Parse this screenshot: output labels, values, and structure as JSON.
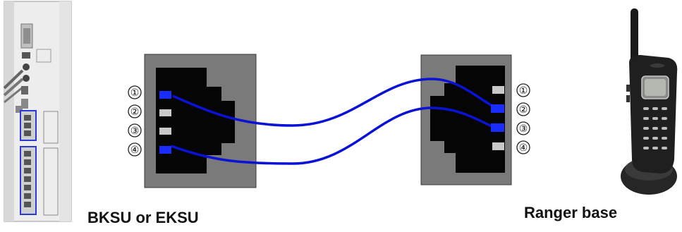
{
  "captions": {
    "left_unit": "BKSU or EKSU",
    "right_unit": "Ranger base"
  },
  "left_jack": {
    "pins": [
      {
        "label": "①",
        "state": "used"
      },
      {
        "label": "②",
        "state": "unused"
      },
      {
        "label": "③",
        "state": "unused"
      },
      {
        "label": "④",
        "state": "used"
      }
    ]
  },
  "right_jack": {
    "pins": [
      {
        "label": "①",
        "state": "unused"
      },
      {
        "label": "②",
        "state": "used"
      },
      {
        "label": "③",
        "state": "used"
      },
      {
        "label": "④",
        "state": "unused"
      }
    ]
  },
  "wiring": [
    {
      "from": "left-1",
      "to": "right-2"
    },
    {
      "from": "left-4",
      "to": "right-3"
    }
  ],
  "colors": {
    "wire": "#0a12d6",
    "used_pin": "#1a2dff",
    "unused_pin": "#c9c9c9",
    "jack_body": "#7a7a7a",
    "jack_cavity": "#050505",
    "highlight_box": "#2a3ad8"
  },
  "icons": [
    "ksu-cabinet-icon",
    "cordless-handset-icon"
  ]
}
